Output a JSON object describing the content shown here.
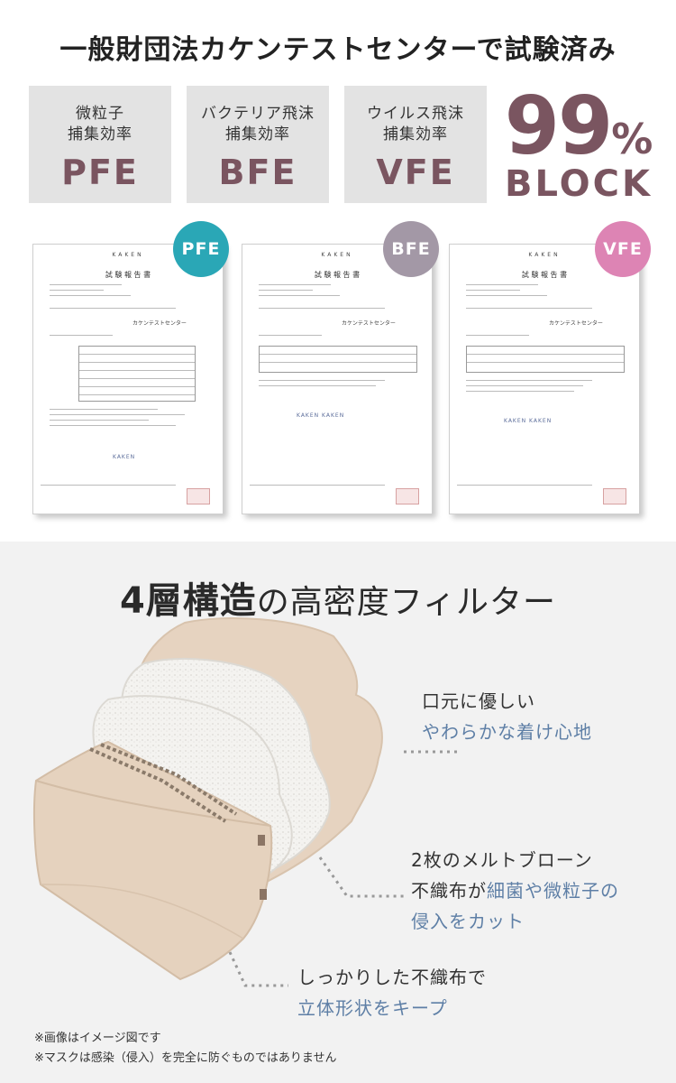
{
  "headline": "一般財団法カケンテストセンターで試験済み",
  "metrics": [
    {
      "label": "微粒子\n捕集効率",
      "code": "PFE"
    },
    {
      "label": "バクテリア飛沫\n捕集効率",
      "code": "BFE"
    },
    {
      "label": "ウイルス飛沫\n捕集効率",
      "code": "VFE"
    }
  ],
  "block": {
    "value": "99",
    "percent": "%",
    "word": "BLOCK"
  },
  "reports": [
    {
      "badge": "PFE",
      "brand": "KAKEN",
      "title": "試 験 報 告 書",
      "center": "カケンテストセンター",
      "chop": "KAKEN"
    },
    {
      "badge": "BFE",
      "brand": "KAKEN",
      "title": "試 験 報 告 書",
      "center": "カケンテストセンター",
      "chop": "KAKEN KAKEN"
    },
    {
      "badge": "VFE",
      "brand": "KAKEN",
      "title": "試 験 報 告 書",
      "center": "カケンテストセンター",
      "chop": "KAKEN KAKEN"
    }
  ],
  "colors": {
    "accent": "#7a5560",
    "pfe": "#2aa7b6",
    "bfe": "#a398a6",
    "vfe": "#dd84b4",
    "blue": "#5e7fa6",
    "beige": "#e5d2be"
  },
  "section2": {
    "title_bold": "4層構造",
    "title_rest": "の高密度フィルター"
  },
  "callouts": {
    "c1_line1": "口元に優しい",
    "c1_line2": "やわらかな着け心地",
    "c2_line1": "2枚のメルトブローン",
    "c2_line2a": "不織布が",
    "c2_line2b": "細菌や微粒子の",
    "c2_line3": "侵入をカット",
    "c3_line1": "しっかりした不織布で",
    "c3_line2": "立体形状をキープ"
  },
  "notes": {
    "n1": "※画像はイメージ図です",
    "n2": "※マスクは感染（侵入）を完全に防ぐものではありません"
  }
}
